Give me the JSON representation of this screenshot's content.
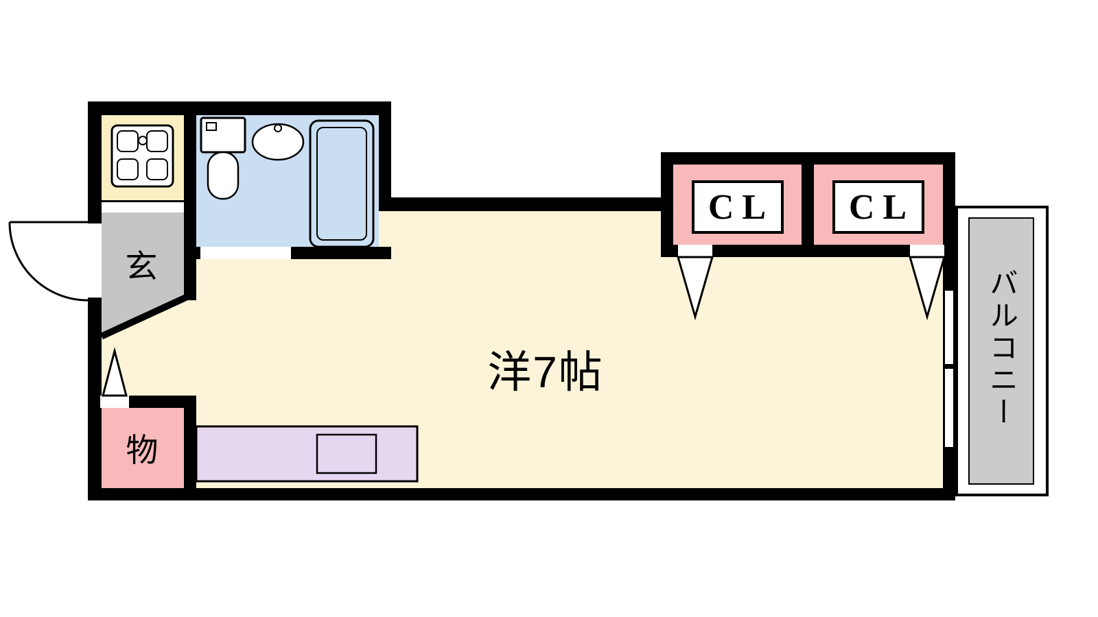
{
  "floor_plan": {
    "main_room": {
      "label": "洋7帖"
    },
    "entrance": {
      "label": "玄"
    },
    "storage": {
      "label": "物"
    },
    "closet_left": {
      "label": "CL"
    },
    "closet_right": {
      "label": "CL"
    },
    "balcony": {
      "label": "バルコニー"
    },
    "colors": {
      "wall": "#000000",
      "main_room_floor": "#FCF4D9",
      "kitchen_floor": "#F9EFC3",
      "bathroom_floor": "#CADEF2",
      "entrance_floor": "#C5C5C5",
      "storage_floor": "#F7B9B9",
      "closet_floor": "#F7B9B9",
      "counter": "#E5D7F0",
      "balcony_floor": "#CBCBCB",
      "fixture_fill": "#FFFFFF"
    }
  }
}
